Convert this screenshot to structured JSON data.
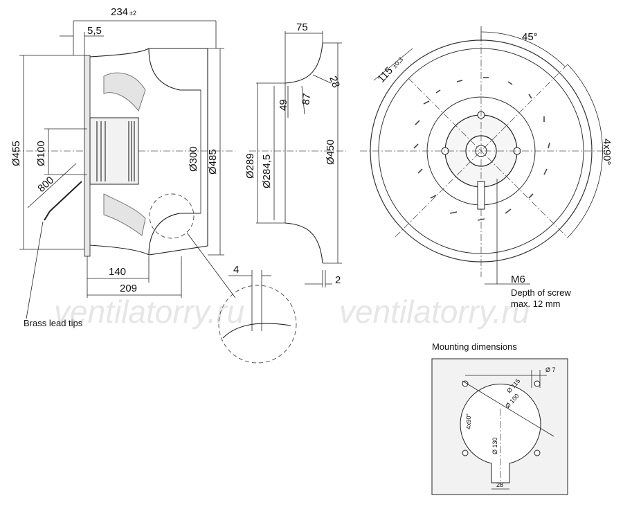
{
  "side_view": {
    "width_overall": "234",
    "width_tol": "±2",
    "flange": "5,5",
    "dia_455": "Ø455",
    "dia_100": "Ø100",
    "cable": "800",
    "dia_300": "Ø300",
    "dia_485": "Ø485",
    "len_140": "140",
    "len_209": "209",
    "brass_note": "Brass lead tips"
  },
  "section_view": {
    "w_75": "75",
    "w_28": "28",
    "d_289": "Ø289",
    "d_284": "Ø284,5",
    "h_49": "49",
    "h_87": "87",
    "d_450": "Ø450",
    "t_2": "2",
    "detail_4": "4"
  },
  "front_view": {
    "angle_45": "45°",
    "bolt_circle": "115",
    "bolt_tol": "±0,3",
    "pattern": "4x90°",
    "screw": "M6",
    "screw_note_1": "Depth of screw",
    "screw_note_2": "max. 12 mm"
  },
  "mounting": {
    "title": "Mounting dimensions",
    "d7": "Ø 7",
    "d115": "Ø 115",
    "d100": "Ø 100",
    "pattern": "4x90°",
    "d130": "Ø 130",
    "w28": "28"
  },
  "watermarks": [
    "ventilatorry.ru",
    "ventilatorry.ru"
  ]
}
